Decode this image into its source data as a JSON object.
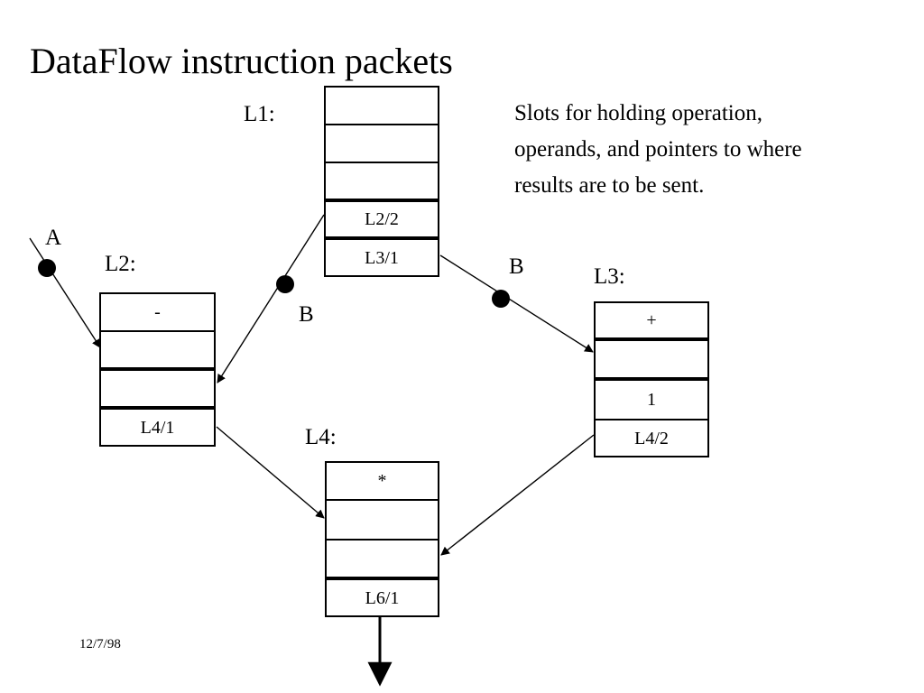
{
  "slide": {
    "title": "DataFlow instruction packets",
    "date": "12/7/98",
    "note": "Slots for holding operation, operands, and pointers to where results are to be sent."
  },
  "packets": [
    {
      "id": "L1",
      "label": "L1:",
      "slots": [
        "",
        "",
        "",
        "L2/2",
        "L3/1"
      ]
    },
    {
      "id": "L2",
      "label": "L2:",
      "slots": [
        "-",
        "",
        "",
        "L4/1"
      ]
    },
    {
      "id": "L3",
      "label": "L3:",
      "slots": [
        "+",
        "",
        "1",
        "L4/2"
      ]
    },
    {
      "id": "L4",
      "label": "L4:",
      "slots": [
        "*",
        "",
        "",
        "L6/1"
      ]
    }
  ],
  "edges": [
    {
      "id": "A-to-L2",
      "label": "A"
    },
    {
      "id": "L1-to-L2",
      "label": "B"
    },
    {
      "id": "L1-to-L3",
      "label": "B"
    },
    {
      "id": "L2-to-L4",
      "label": ""
    },
    {
      "id": "L3-to-L4",
      "label": ""
    },
    {
      "id": "L4-out",
      "label": ""
    }
  ],
  "colors": {
    "stroke": "#000000",
    "background": "#ffffff",
    "text": "#000000"
  }
}
